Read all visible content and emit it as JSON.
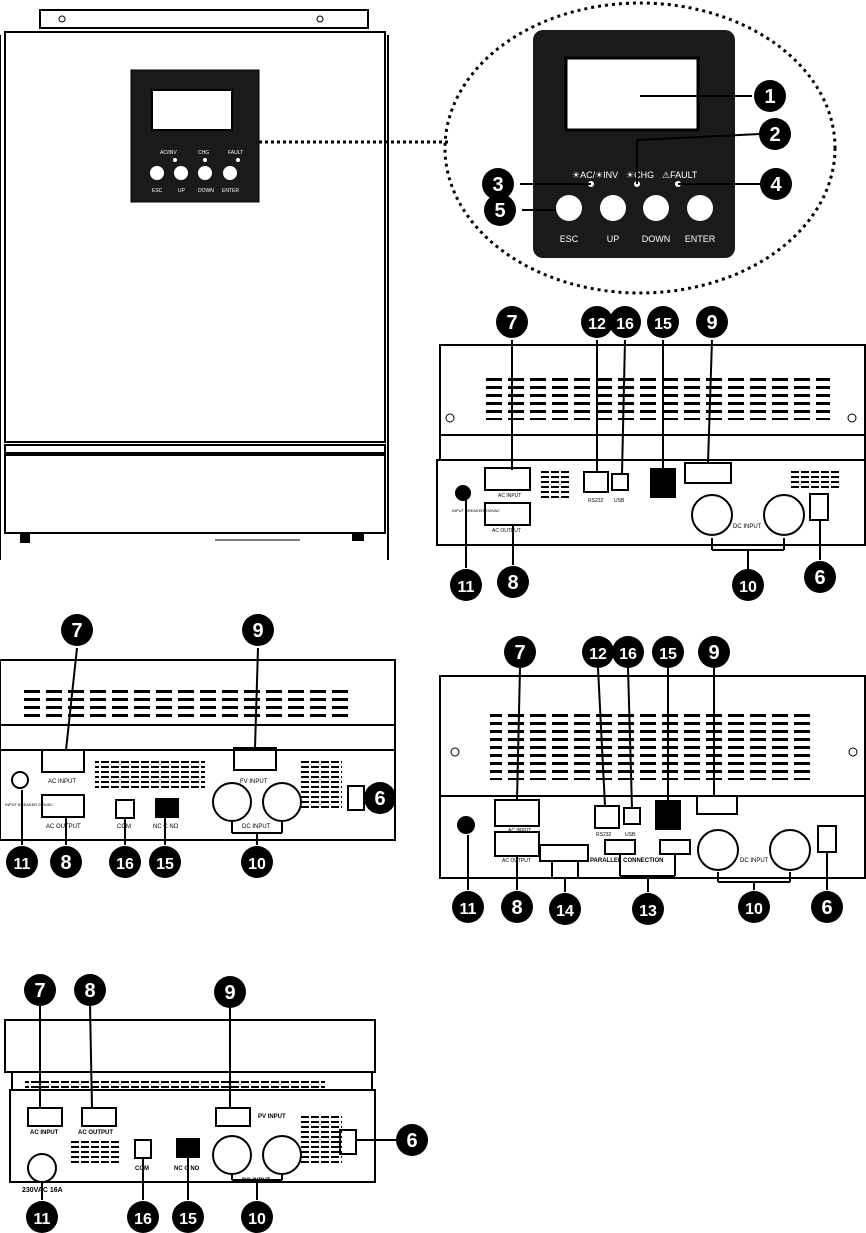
{
  "front_panel": {
    "led_labels": [
      "AC/INV",
      "CHG",
      "FAULT"
    ],
    "button_labels": [
      "ESC",
      "UP",
      "DOWN",
      "ENTER"
    ]
  },
  "zoom_panel": {
    "led_labels": [
      "☀AC/☀INV",
      "☀CHG",
      "⚠FAULT"
    ],
    "button_labels": [
      "ESC",
      "UP",
      "DOWN",
      "ENTER"
    ],
    "callouts": [
      "1",
      "2",
      "3",
      "4",
      "5"
    ]
  },
  "rear_a": {
    "labels": {
      "ac_input": "AC INPUT",
      "ac_output": "AC OUTPUT",
      "rs232": "RS232",
      "usb": "USB",
      "dc_input": "DC INPUT",
      "breaker": "INPUT BREAKER 250VAC"
    },
    "callouts": [
      "7",
      "12",
      "16",
      "15",
      "9",
      "11",
      "8",
      "10",
      "6"
    ]
  },
  "rear_b": {
    "labels": {
      "ac_input": "AC INPUT",
      "ac_output": "AC OUTPUT",
      "fv_input": "FV INPUT",
      "com": "COM",
      "ncno": "NC C NO",
      "dc_input": "DC INPUT",
      "breaker": "INPUT BREAKER 250VAC"
    },
    "callouts": [
      "7",
      "9",
      "6",
      "11",
      "8",
      "16",
      "15",
      "10"
    ]
  },
  "rear_c": {
    "labels": {
      "ac_input": "AC INPUT",
      "ac_output": "AC OUTPUT",
      "rs232": "RS232",
      "usb": "USB",
      "dc_input": "DC INPUT",
      "parallel": "PARALLEL CONNECTION"
    },
    "callouts": [
      "7",
      "12",
      "16",
      "15",
      "9",
      "11",
      "8",
      "14",
      "13",
      "10",
      "6"
    ]
  },
  "rear_d": {
    "labels": {
      "ac_input": "AC INPUT",
      "ac_output": "AC OUTPUT",
      "pv_input": "PV INPUT",
      "breaker": "230VAC 16A",
      "com": "COM",
      "ncno": "NC C NO",
      "dc_input": "DC INPUT"
    },
    "callouts": [
      "7",
      "8",
      "9",
      "6",
      "11",
      "16",
      "15",
      "10"
    ]
  }
}
